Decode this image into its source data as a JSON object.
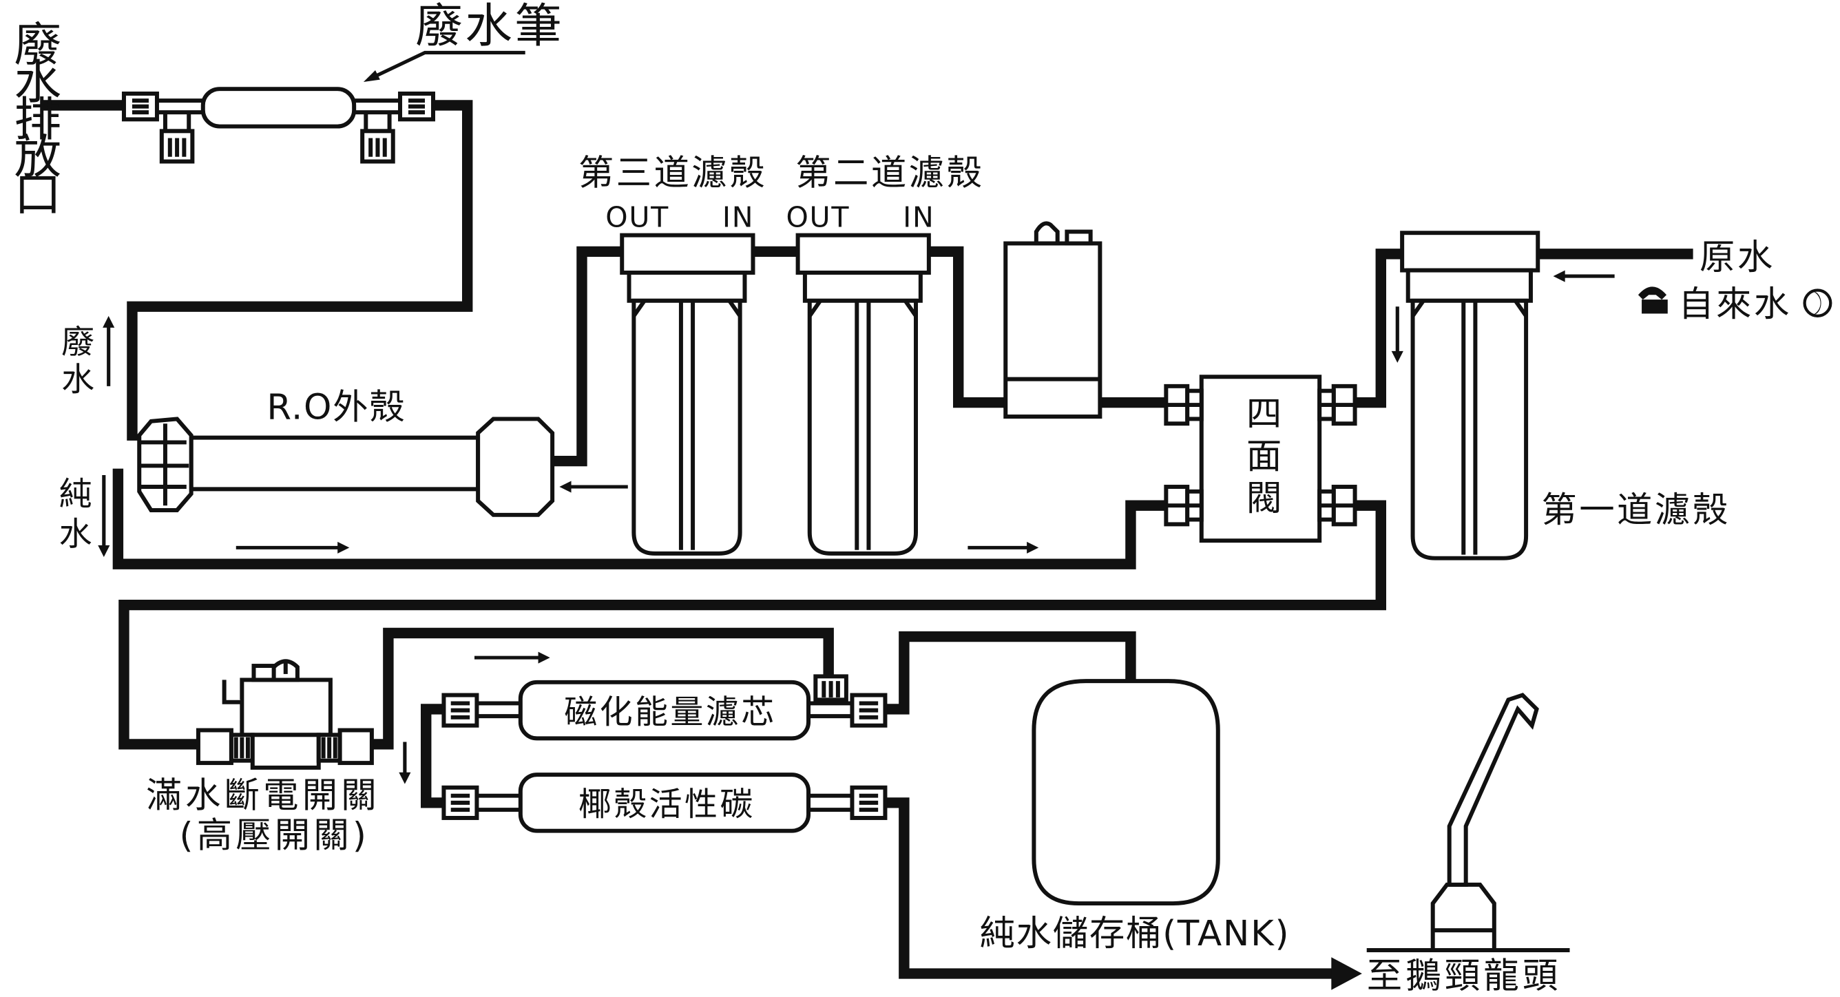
{
  "labels": {
    "waste_outlet": [
      "廢",
      "水",
      "排",
      "放",
      "口"
    ],
    "waste_pen": "廢水筆",
    "stage3_housing": "第三道濾殼",
    "stage2_housing": "第二道濾殼",
    "out_label": "OUT",
    "in_label": "IN",
    "ro_housing": "R.O外殼",
    "waste_water_vertical": [
      "廢",
      "水"
    ],
    "pure_water_vertical": [
      "純",
      "水"
    ],
    "raw_water": "原水",
    "tap_water": "自來水",
    "four_way_valve": [
      "四",
      "面",
      "閥"
    ],
    "stage1_housing": "第一道濾殼",
    "magnetic_filter": "磁化能量濾芯",
    "coconut_carbon": "椰殼活性碳",
    "full_water_switch": "滿水斷電開關",
    "high_pressure_switch": "(高壓開關)",
    "storage_tank": "純水儲存桶(TANK)",
    "to_faucet": "至鵝頸龍頭"
  },
  "icons": {
    "phone": "phone-icon",
    "crescent": "crescent-icon"
  },
  "colors": {
    "line": "#111111",
    "background": "#ffffff"
  }
}
